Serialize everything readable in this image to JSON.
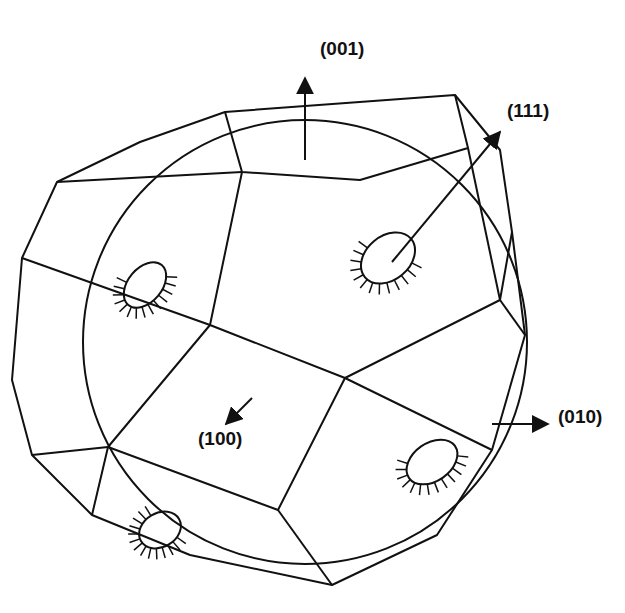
{
  "diagram": {
    "labels": [
      "(001)",
      "(111)",
      "(010)",
      "(100)"
    ]
  }
}
